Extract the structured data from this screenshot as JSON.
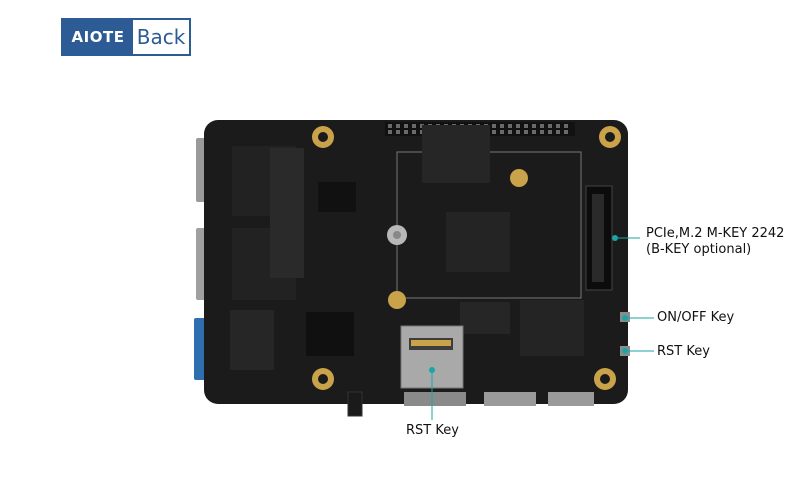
{
  "header": {
    "brand_logo": "AIOTE",
    "back_label": "Back"
  },
  "callouts": {
    "pcie_line1": "PCIe,M.2 M-KEY 2242",
    "pcie_line2": "(B-KEY optional)",
    "onoff_key": "ON/OFF Key",
    "rst_key_right": "RST Key",
    "rst_key_bottom": "RST Key"
  },
  "colors": {
    "accent": "#2c5b95",
    "callout": "#1aa6a6",
    "board": "#1b1b1b"
  }
}
